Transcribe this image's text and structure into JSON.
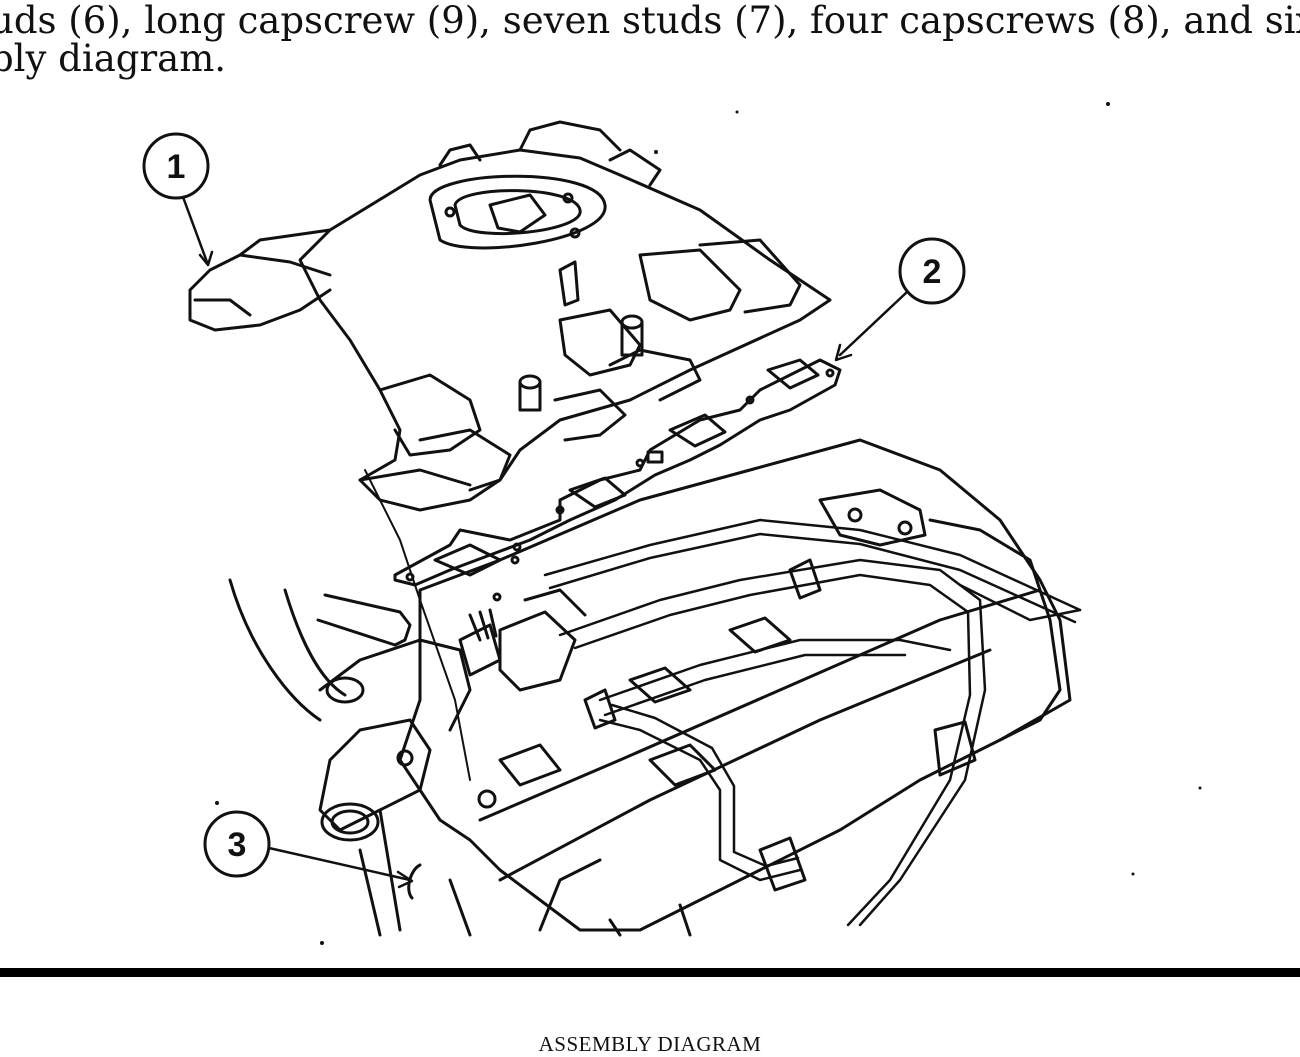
{
  "instruction": {
    "line1": "uds (6), long capscrew (9), seven studs (7), four capscrews (8), and six",
    "line2": "bly diagram."
  },
  "callouts": {
    "c1": "1",
    "c2": "2",
    "c3": "3"
  },
  "caption": "ASSEMBLY DIAGRAM"
}
